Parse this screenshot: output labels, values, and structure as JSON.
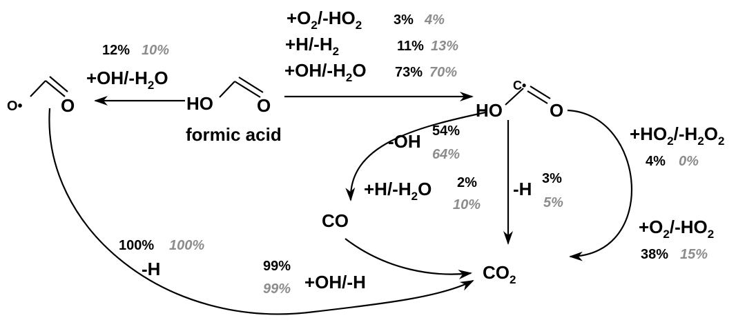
{
  "species": {
    "formic_acid": "formic acid",
    "fa_HO": "HO",
    "fa_O": "O",
    "left_O_radical": "O•",
    "left_O": "O",
    "right_HO": "HO",
    "right_C": "C•",
    "right_O": "O",
    "co": "CO",
    "co2_base": "CO",
    "co2_sub": "2"
  },
  "labels": {
    "top_o2": {
      "pre": "+O",
      "s1": "2",
      "mid": "/-HO",
      "s2": "2"
    },
    "top_h": {
      "pre": "+H/-H",
      "s1": "2"
    },
    "top_oh": {
      "pre": "+OH/-H",
      "s1": "2",
      "post": "O"
    },
    "top_o2_pct": "3%",
    "top_o2_pct2": "4%",
    "top_h_pct": "11%",
    "top_h_pct2": "13%",
    "top_oh_pct": "73%",
    "top_oh_pct2": "70%",
    "left_pct": "12%",
    "left_pct2": "10%",
    "left_oh": {
      "pre": "+OH/-H",
      "s1": "2",
      "post": "O"
    },
    "minus_oh": "-OH",
    "minus_oh_pct": "54%",
    "minus_oh_pct2": "64%",
    "h_h2o": {
      "pre": "+H/-H",
      "s1": "2",
      "post": "O"
    },
    "h_h2o_pct": "2%",
    "h_h2o_pct2": "10%",
    "minus_h_mid": "-H",
    "minus_h_mid_pct": "3%",
    "minus_h_mid_pct2": "5%",
    "ho2": {
      "pre": "+HO",
      "s1": "2",
      "mid": "/-H",
      "s2": "2",
      "mid2": "O",
      "s3": "2"
    },
    "ho2_pct": "4%",
    "ho2_pct2": "0%",
    "o2_right": {
      "pre": "+O",
      "s1": "2",
      "mid": "/-HO",
      "s2": "2"
    },
    "o2_right_pct": "38%",
    "o2_right_pct2": "15%",
    "left_h_pct": "100%",
    "left_h_pct2": "100%",
    "left_h": "-H",
    "co_oh_pct": "99%",
    "co_oh_pct2": "99%",
    "co_oh": "+OH/-H"
  }
}
